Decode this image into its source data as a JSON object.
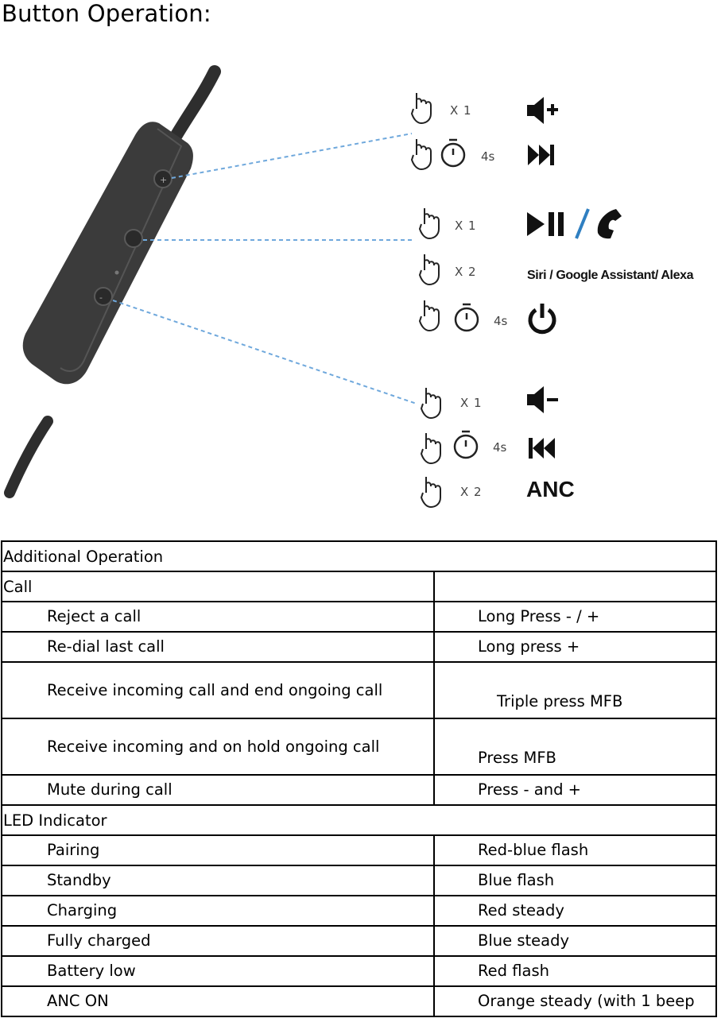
{
  "title": "Button Operation:",
  "buttons": [
    {
      "name": "plus-button",
      "actions": [
        {
          "gesture": "press",
          "count": "X 1",
          "function_icon": "volume-up-icon"
        },
        {
          "gesture": "hold",
          "duration": "4s",
          "function_icon": "next-track-icon"
        }
      ]
    },
    {
      "name": "multifunction-button",
      "actions": [
        {
          "gesture": "press",
          "count": "X 1",
          "function_icon": "play-pause-icon"
        },
        {
          "gesture": "press",
          "count": "X 2",
          "function_text": "Siri / Google Assistant/ Alexa"
        },
        {
          "gesture": "hold",
          "duration": "4s",
          "function_icon": "power-icon"
        }
      ]
    },
    {
      "name": "minus-button",
      "actions": [
        {
          "gesture": "press",
          "count": "X 1",
          "function_icon": "volume-down-icon"
        },
        {
          "gesture": "hold",
          "duration": "4s",
          "function_icon": "previous-track-icon"
        },
        {
          "gesture": "press",
          "count": "X 2",
          "function_text": "ANC"
        }
      ]
    }
  ],
  "table": {
    "header": "Additional Operation",
    "sections": [
      {
        "title": "Call",
        "rows": [
          {
            "label": "Reject a call",
            "value": "Long Press - / +"
          },
          {
            "label": "Re-dial last call",
            "value": "Long press +"
          },
          {
            "label": "Receive incoming call and end ongoing call",
            "value": "Triple press MFB"
          },
          {
            "label": "Receive incoming and on hold ongoing call",
            "value": "Press MFB"
          },
          {
            "label": "Mute during call",
            "value": "Press - and +"
          }
        ]
      },
      {
        "title": "LED Indicator",
        "rows": [
          {
            "label": "Pairing",
            "value": "Red-blue flash"
          },
          {
            "label": "Standby",
            "value": "Blue flash"
          },
          {
            "label": "Charging",
            "value": "Red steady"
          },
          {
            "label": "Fully charged",
            "value": "Blue steady"
          },
          {
            "label": "Battery low",
            "value": "Red flash"
          },
          {
            "label": "ANC ON",
            "value": "Orange steady (with 1 beep"
          }
        ]
      }
    ]
  },
  "colors": {
    "dashed_line": "#6fa8dc",
    "phone_icon": "#2f7fc1",
    "remote_body": "#3a3a3a",
    "text": "#000000"
  }
}
